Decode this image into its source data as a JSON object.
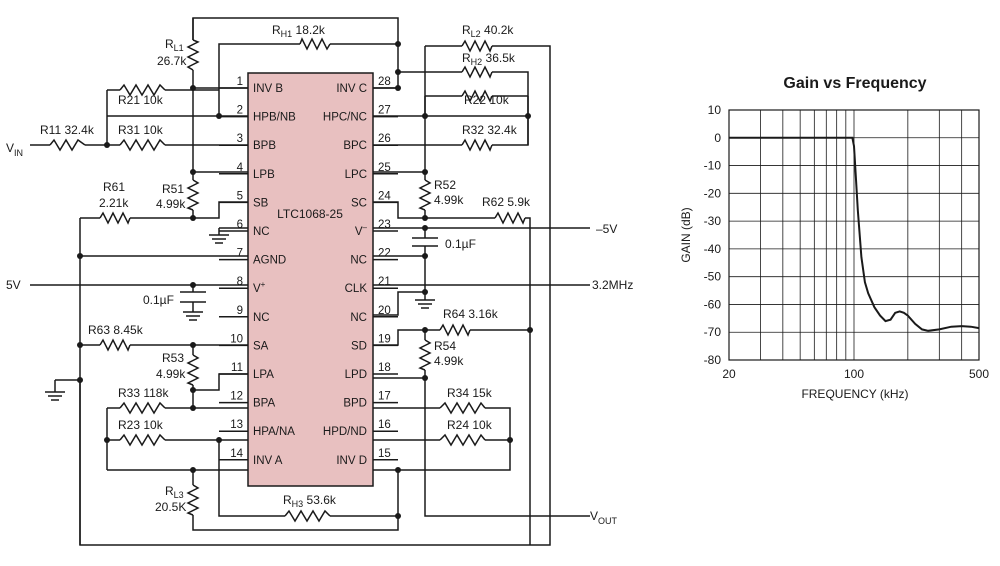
{
  "schematic": {
    "chip_name": "LTC1068-25",
    "chip_fill": "#e8c0c0",
    "left_pins": [
      {
        "num": "1",
        "name": "INV B"
      },
      {
        "num": "2",
        "name": "HPB/NB"
      },
      {
        "num": "3",
        "name": "BPB"
      },
      {
        "num": "4",
        "name": "LPB"
      },
      {
        "num": "5",
        "name": "SB"
      },
      {
        "num": "6",
        "name": "NC"
      },
      {
        "num": "7",
        "name": "AGND"
      },
      {
        "num": "8",
        "name": "V"
      },
      {
        "num": "9",
        "name": "NC"
      },
      {
        "num": "10",
        "name": "SA"
      },
      {
        "num": "11",
        "name": "LPA"
      },
      {
        "num": "12",
        "name": "BPA"
      },
      {
        "num": "13",
        "name": "HPA/NA"
      },
      {
        "num": "14",
        "name": "INV A"
      }
    ],
    "right_pins": [
      {
        "num": "28",
        "name": "INV C"
      },
      {
        "num": "27",
        "name": "HPC/NC"
      },
      {
        "num": "26",
        "name": "BPC"
      },
      {
        "num": "25",
        "name": "LPC"
      },
      {
        "num": "24",
        "name": "SC"
      },
      {
        "num": "23",
        "name": "V"
      },
      {
        "num": "22",
        "name": "NC"
      },
      {
        "num": "21",
        "name": "CLK"
      },
      {
        "num": "20",
        "name": "NC"
      },
      {
        "num": "19",
        "name": "SD"
      },
      {
        "num": "18",
        "name": "LPD"
      },
      {
        "num": "17",
        "name": "BPD"
      },
      {
        "num": "16",
        "name": "HPD/ND"
      },
      {
        "num": "15",
        "name": "INV D"
      }
    ],
    "v_plus_sup": "+",
    "v_minus_sup": "–",
    "resistors": {
      "rh1": {
        "base": "R",
        "sub": "H1",
        "val": " 18.2k"
      },
      "rl1": {
        "base": "R",
        "sub": "L1",
        "val": "26.7k"
      },
      "rl2": {
        "base": "R",
        "sub": "L2",
        "val": " 40.2k"
      },
      "rh2": {
        "base": "R",
        "sub": "H2",
        "val": " 36.5k"
      },
      "r21": "R21 10k",
      "r22": "R22 10k",
      "r11": "R11 32.4k",
      "r31": "R31 10k",
      "r32": "R32 32.4k",
      "r51a": "R51",
      "r51b": "4.99k",
      "r52a": "R52",
      "r52b": "4.99k",
      "r61a": "R61",
      "r61b": "2.21k",
      "r62": "R62 5.9k",
      "r63": "R63 8.45k",
      "r64": "R64 3.16k",
      "r53a": "R53",
      "r53b": "4.99k",
      "r54a": "R54",
      "r54b": "4.99k",
      "r33": "R33 118k",
      "r34": "R34 15k",
      "r23": "R23 10k",
      "r24": "R24 10k",
      "rl3": {
        "base": "R",
        "sub": "L3",
        "val": "20.5K"
      },
      "rh3": {
        "base": "R",
        "sub": "H3",
        "val": " 53.6k"
      }
    },
    "caps": {
      "c1": "0.1µF",
      "c2": "0.1µF"
    },
    "nets": {
      "vin_base": "V",
      "vin_sub": "IN",
      "vout_base": "V",
      "vout_sub": "OUT",
      "v5": "5V",
      "vneg": "–5V",
      "clk": "3.2MHz"
    }
  },
  "chart_data": {
    "type": "line",
    "title": "Gain vs Frequency",
    "xlabel": "FREQUENCY (kHz)",
    "ylabel": "GAIN (dB)",
    "x_scale": "log",
    "xlim": [
      20,
      500
    ],
    "ylim": [
      -80,
      10
    ],
    "x_tick_labels": [
      "20",
      "100",
      "500"
    ],
    "y_ticks": [
      10,
      0,
      -10,
      -20,
      -30,
      -40,
      -50,
      -60,
      -70,
      -80
    ],
    "grid": true,
    "series": [
      {
        "x": [
          20,
          50,
          90,
          98,
          100,
          102,
          105,
          110,
          115,
          120,
          130,
          140,
          150,
          160,
          170,
          180,
          190,
          200,
          220,
          240,
          260,
          300,
          350,
          400,
          450,
          500
        ],
        "y": [
          0,
          0,
          0,
          0,
          -3,
          -12,
          -26,
          -43,
          -52,
          -56,
          -61,
          -64,
          -66,
          -65.5,
          -63,
          -62.5,
          -63,
          -64,
          -67,
          -69,
          -69.5,
          -69,
          -68,
          -67.8,
          -68,
          -68.5
        ]
      }
    ]
  }
}
